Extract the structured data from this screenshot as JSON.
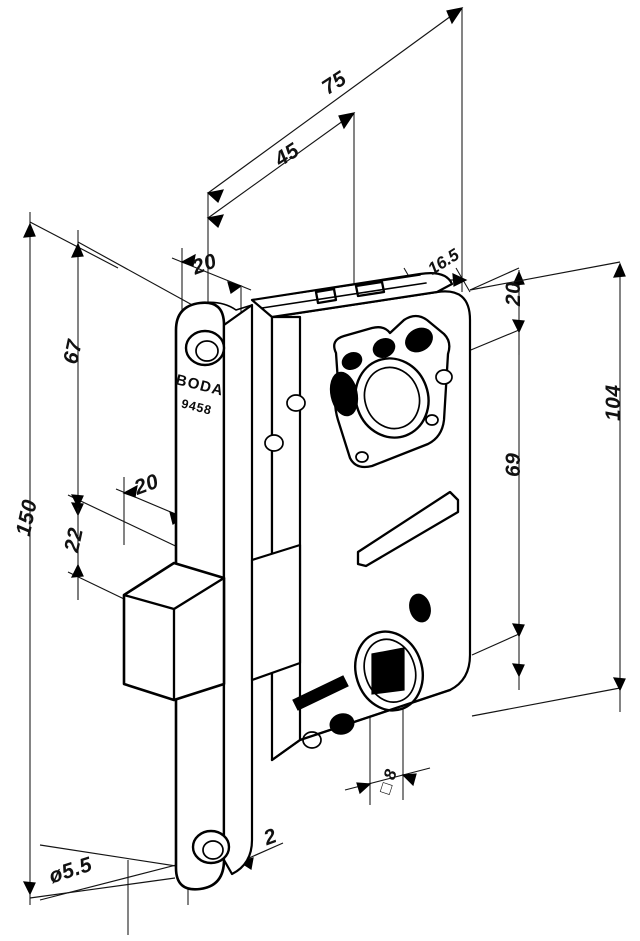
{
  "drawing": {
    "title": "Mortise Lock Case - Dimensioned Isometric Drawing",
    "projection": "isometric",
    "units": "mm",
    "line_color": "#000000",
    "background_color": "#ffffff"
  },
  "markings": {
    "brand": "BODA",
    "model_number": "9458"
  },
  "dimensions": {
    "overall_faceplate_length": "150",
    "backset_top_to_cylinder": "67",
    "latch_center_from_bottom": "22",
    "case_length_top": "75",
    "cylinder_offset": "45",
    "faceplate_width_top": "20",
    "faceplate_width_lower": "20",
    "case_depth_top": "16.5",
    "case_top_offset": "20",
    "case_height": "69",
    "case_overall_height": "104",
    "faceplate_thickness": "2",
    "screw_hole_diameter": "ø5.5",
    "follower_square": "□ 8"
  },
  "labels": [
    {
      "id": "dim-150",
      "text": "150"
    },
    {
      "id": "dim-67",
      "text": "67"
    },
    {
      "id": "dim-22",
      "text": "22"
    },
    {
      "id": "dim-75",
      "text": "75"
    },
    {
      "id": "dim-45",
      "text": "45"
    },
    {
      "id": "dim-20-top",
      "text": "20"
    },
    {
      "id": "dim-20-lower",
      "text": "20"
    },
    {
      "id": "dim-16-5",
      "text": "16.5"
    },
    {
      "id": "dim-20-right",
      "text": "20"
    },
    {
      "id": "dim-69",
      "text": "69"
    },
    {
      "id": "dim-104",
      "text": "104"
    },
    {
      "id": "dim-2",
      "text": "2"
    },
    {
      "id": "dim-dia-5-5",
      "text": "ø5.5"
    },
    {
      "id": "dim-square-8",
      "text": "□ 8"
    }
  ],
  "features": {
    "faceplate": "rounded-end mortise faceplate",
    "latch_bolt": "protruding square latch bolt",
    "cylinder_hole": "round euro cylinder aperture with mounting plate",
    "follower_hole": "square spindle follower hole",
    "fixing_holes": "screw fixing holes top and bottom of faceplate"
  }
}
